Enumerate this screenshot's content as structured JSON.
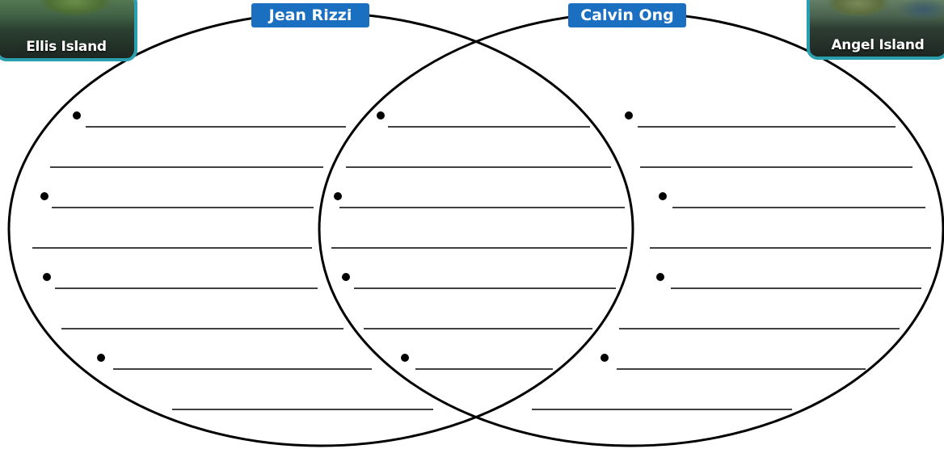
{
  "name_tags": {
    "left": "Jean Rizzi",
    "right": "Calvin Ong"
  },
  "badges": {
    "left": {
      "label": "Ellis Island",
      "image": "Ellis Island aerial photo"
    },
    "right": {
      "label": "Angel Island",
      "image": "Angel Island aerial photo"
    }
  },
  "colors": {
    "tag": "#1b6fc0",
    "badge_border": "#2a9fb0",
    "outline": "#000000"
  },
  "regions": {
    "left_only": {
      "bullets": 4,
      "lines": 8
    },
    "overlap": {
      "bullets": 4,
      "lines": 7
    },
    "right_only": {
      "bullets": 4,
      "lines": 8
    }
  }
}
